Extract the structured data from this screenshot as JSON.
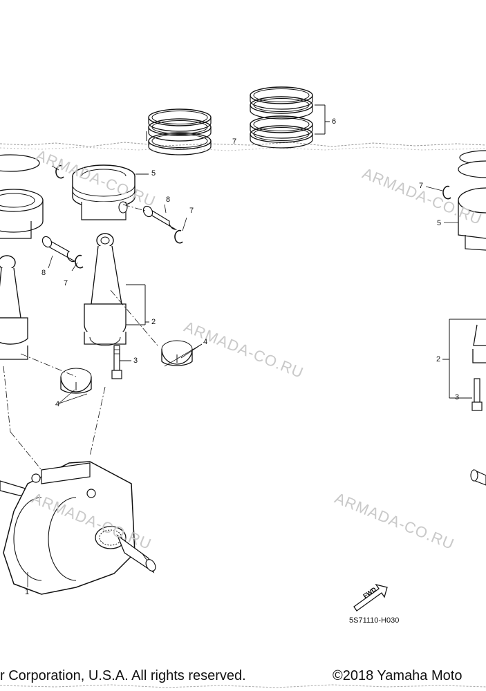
{
  "diagram_code": "5S71110-H030",
  "fwd_badge": "FWD",
  "watermark": "ARMADA-CO.RU",
  "footer": {
    "left": "r Corporation, U.S.A. All rights reserved.",
    "right": "©2018 Yamaha Moto"
  },
  "callouts": [
    "1",
    "2",
    "3",
    "4",
    "5",
    "6",
    "7",
    "8"
  ],
  "part_labels": {
    "l1": "1",
    "l2a": "2",
    "l2b": "2",
    "l3a": "3",
    "l3b": "3",
    "l4a": "4",
    "l4b": "4",
    "l5a": "5",
    "l5b": "5",
    "l6": "6",
    "l7a": "7",
    "l7b": "7",
    "l7c": "7",
    "l7d": "7",
    "l8a": "8",
    "l8b": "8"
  }
}
